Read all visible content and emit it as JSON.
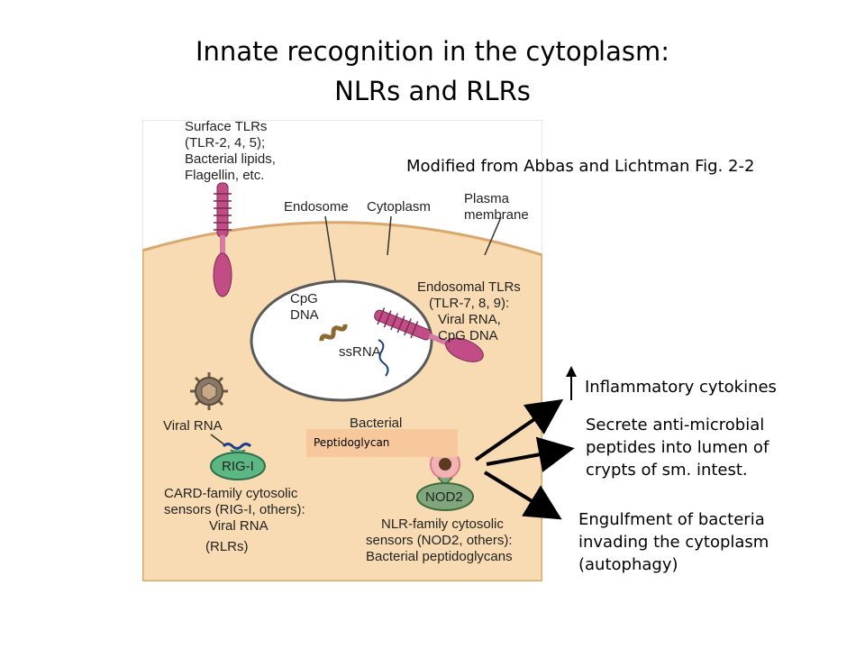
{
  "title": {
    "line1": "Innate recognition in the cytoplasm:",
    "line2": "NLRs and RLRs"
  },
  "source_note": "Modified from Abbas and Lichtman Fig. 2-2",
  "figure": {
    "surface_tlrs": [
      "Surface TLRs",
      "(TLR-2, 4, 5);",
      "Bacterial lipids,",
      "Flagellin, etc."
    ],
    "endosome": "Endosome",
    "cytoplasm": "Cytoplasm",
    "plasma_membrane": [
      "Plasma",
      "membrane"
    ],
    "cpg_dna": [
      "CpG",
      "DNA"
    ],
    "ssrna": "ssRNA",
    "endosomal_tlrs": [
      "Endosomal TLRs",
      "(TLR-7, 8, 9):",
      "Viral RNA,",
      "CpG DNA"
    ],
    "viral_rna": "Viral RNA",
    "rig_i": "RIG-I",
    "bacterial": "Bacterial",
    "peptidoglycan": "Peptidoglycan",
    "nod2": "NOD2",
    "card_family": [
      "CARD-family cytosolic",
      "sensors (RIG-I, others):",
      "Viral RNA"
    ],
    "nlr_family": [
      "NLR-family cytosolic",
      "sensors (NOD2, others):",
      "Bacterial peptidoglycans"
    ],
    "rlrs": "(RLRs)"
  },
  "outcomes": {
    "cytokines": "Inflammatory cytokines",
    "peptides": [
      "Secrete anti-microbial",
      "peptides into lumen of",
      "crypts of sm. intest."
    ],
    "autophagy": [
      "Engulfment of bacteria",
      "invading the cytoplasm",
      "(autophagy)"
    ]
  },
  "colors": {
    "cell": "#f8dbb2",
    "cell_border": "#d9a86e",
    "receptor": "#c24d86",
    "rig_i": "#5bb883",
    "nod2": "#7fa67c",
    "virus": "#8a7868"
  }
}
